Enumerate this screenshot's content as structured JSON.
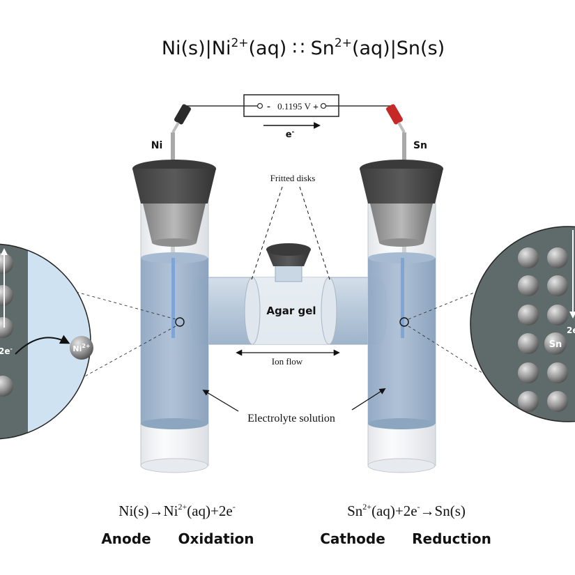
{
  "notation": {
    "ni_s": "Ni(s)|Ni",
    "ni_charge": "2+",
    "mid": "(aq) ∷ Sn",
    "sn_charge": "2+",
    "tail": "(aq)|Sn(s)"
  },
  "voltmeter": {
    "minus": "-",
    "reading": "0.1195 V",
    "plus": "+"
  },
  "electron_flow": {
    "label": "e",
    "sup": "-"
  },
  "electrodes": {
    "left": "Ni",
    "right": "Sn"
  },
  "labels": {
    "fritted_disks": "Fritted disks",
    "agar_gel": "Agar gel",
    "ion_flow": "Ion flow",
    "electrolyte": "Electrolyte solution"
  },
  "zoom_left": {
    "electrons": "2e",
    "electrons_sup": "-",
    "ion": "Ni",
    "ion_sup": "2+"
  },
  "zoom_right": {
    "electrons": "2e",
    "atom": "Sn"
  },
  "half_reactions": {
    "left": {
      "a": "Ni(s)→Ni",
      "a_sup": "2+",
      "b": "(aq)+2e",
      "b_sup": "-",
      "role": "Anode",
      "process": "Oxidation"
    },
    "right": {
      "a": "Sn",
      "a_sup": "2+",
      "b": "(aq)+2e",
      "b_sup": "-",
      "c": "→Sn(s)",
      "role": "Cathode",
      "process": "Reduction"
    }
  },
  "colors": {
    "electrolyte": "#8fa9c4",
    "stopper": "#4a4a4a",
    "metal_plate": "#5f6b6b",
    "solution_zoom": "#cfe2f1",
    "wire": "#333333",
    "red_clip": "#c62828"
  }
}
